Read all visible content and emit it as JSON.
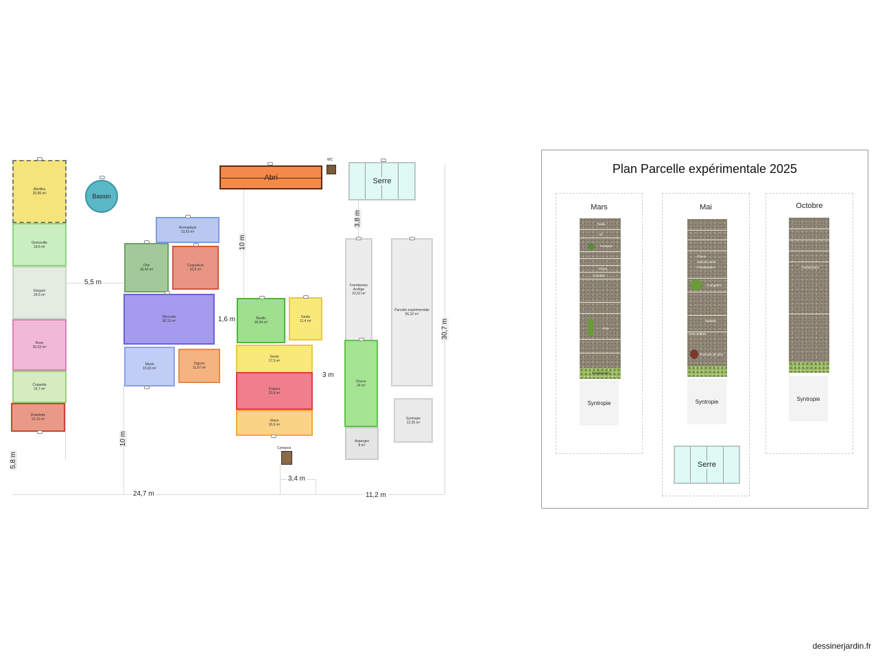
{
  "left_plan": {
    "beds": [
      {
        "id": "abeilles",
        "name": "Abeilles",
        "area": "26,85 m²",
        "color": "#f5e47a",
        "border": "#777"
      },
      {
        "id": "grenouille",
        "name": "Grenouille",
        "area": "19,6 m²",
        "color": "#c9eec0",
        "border": "#8fd47e"
      },
      {
        "id": "elegant",
        "name": "Elegant",
        "area": "24,5 m²",
        "color": "#e4ece2",
        "border": "#c9d6c6"
      },
      {
        "id": "rose",
        "name": "Rose",
        "area": "20,03 m²",
        "color": "#f1b8d7",
        "border": "#d883b0"
      },
      {
        "id": "coquette",
        "name": "Coquette",
        "area": "16,7 m²",
        "color": "#d5ecc0",
        "border": "#9ecc7a"
      },
      {
        "id": "dodelette",
        "name": "Dodelette",
        "area": "13,15 m²",
        "color": "#e99a87",
        "border": "#c9442f"
      },
      {
        "id": "aromatic",
        "name": "Aromatiqué",
        "area": "13,63 m²",
        "color": "#b8c8f0",
        "border": "#7f9be0"
      },
      {
        "id": "orte",
        "name": "Orte",
        "area": "18,43 m²",
        "color": "#a3c99a",
        "border": "#6fa060"
      },
      {
        "id": "coquelicot",
        "name": "Coquelicot",
        "area": "16,9 m²",
        "color": "#e99585",
        "border": "#d2543d"
      },
      {
        "id": "myosotis",
        "name": "Myosotis",
        "area": "36,15 m²",
        "color": "#a59bee",
        "border": "#6a5fd4"
      },
      {
        "id": "muret",
        "name": "Muret",
        "area": "15,65 m²",
        "color": "#c0cdf5",
        "border": "#8aa0e4"
      },
      {
        "id": "oignon",
        "name": "Oignon",
        "area": "11,67 m²",
        "color": "#f4b482",
        "border": "#e58a4a"
      },
      {
        "id": "basilic",
        "name": "Basilic",
        "area": "18,04 m²",
        "color": "#9ee08e",
        "border": "#4cb43a"
      },
      {
        "id": "geste1",
        "name": "Geste",
        "area": "11,4 m²",
        "color": "#f8e97a",
        "border": "#e4c94a"
      },
      {
        "id": "geste2",
        "name": "Geste",
        "area": "17,5 m²",
        "color": "#f8e97a",
        "border": "#e4c94a"
      },
      {
        "id": "fraises",
        "name": "Fraises",
        "area": "23,8 m²",
        "color": "#ef7f8d",
        "border": "#d93b4d"
      },
      {
        "id": "glace",
        "name": "Glace",
        "area": "16,6 m²",
        "color": "#fbd386",
        "border": "#f2a93a"
      },
      {
        "id": "framboises",
        "name": "Framboises Arrêtge",
        "area": "20,52 m²",
        "color": "#ececec",
        "border": "#cfcfcf"
      },
      {
        "id": "douce",
        "name": "Douce",
        "area": "24 m²",
        "color": "#a5e493",
        "border": "#5dc24a"
      },
      {
        "id": "asperges",
        "name": "Asperges",
        "area": "8 m²",
        "color": "#e5e5e5",
        "border": "#c9c9c9"
      },
      {
        "id": "experimental",
        "name": "Parcelle expérimentale",
        "area": "56,32 m²",
        "color": "#ececec",
        "border": "#cfcfcf"
      },
      {
        "id": "syntropie",
        "name": "Syntropie",
        "area": "12,35 m²",
        "color": "#eaeaea",
        "border": "#cfcfcf"
      }
    ],
    "labels": {
      "bassin": "Bassin",
      "abri": "Abri",
      "serre": "Serre",
      "wc": "WC",
      "compost": "Compost"
    },
    "dimensions": {
      "d_5_5": "5,5 m",
      "d_1_6": "1,6 m",
      "d_3": "3 m",
      "d_3_4": "3,4 m",
      "d_24_7": "24,7 m",
      "d_11_2": "11,2 m",
      "d_10_top": "10 m",
      "d_3_8": "3,8 m",
      "d_10_bottom": "10 m",
      "d_5_8": "5,8 m",
      "d_30_7": "30,7 m"
    }
  },
  "right_panel": {
    "title": "Plan Parcelle expérimentale 2025",
    "columns": [
      {
        "month": "Mars",
        "labels": [
          "Radis",
          "Ail",
          "Poireaux",
          "Fèves",
          "Carottes",
          "Pois",
          "Framboisiers"
        ],
        "syntropie": "Syntropie"
      },
      {
        "month": "Mai",
        "labels": [
          "Choux",
          "Haricots verts",
          "Framboisiers",
          "Courgettes",
          "Salades",
          "Concombres",
          "Pommes de terre"
        ],
        "syntropie": "Syntropie"
      },
      {
        "month": "Octobre",
        "labels": [
          "Framboisiers"
        ],
        "syntropie": "Syntropie"
      }
    ],
    "serre": "Serre"
  },
  "watermark": "dessinerjardin.fr"
}
